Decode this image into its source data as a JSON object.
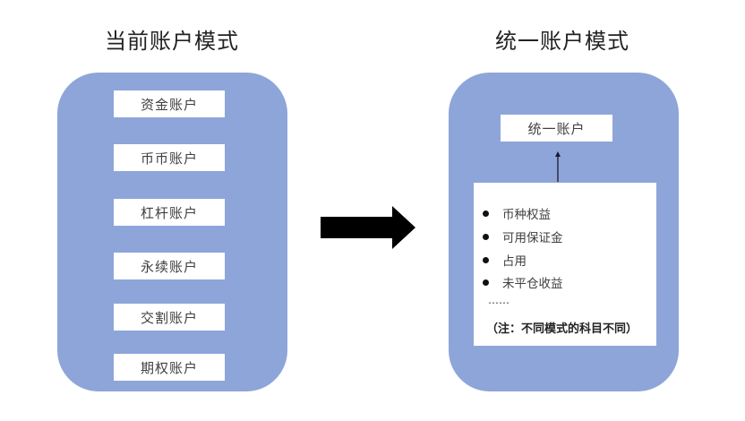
{
  "colors": {
    "panel": "#8ea5d9",
    "box": "#ffffff",
    "arrow": "#000000",
    "text": "#404040"
  },
  "left": {
    "title": "当前账户模式",
    "accounts": [
      {
        "label": "资金账户"
      },
      {
        "label": "币币账户"
      },
      {
        "label": "杠杆账户"
      },
      {
        "label": "永续账户"
      },
      {
        "label": "交割账户"
      },
      {
        "label": "期权账户"
      }
    ]
  },
  "transition_arrow": {
    "icon": "right-arrow-icon"
  },
  "right": {
    "title": "统一账户模式",
    "unified_account": "统一账户",
    "up_arrow_icon": "up-arrow-icon",
    "items": [
      {
        "label": "币种权益"
      },
      {
        "label": "可用保证金"
      },
      {
        "label": "占用"
      },
      {
        "label": "未平仓收益"
      }
    ],
    "ellipsis": "……",
    "note": "（注：不同模式的科目不同）"
  }
}
